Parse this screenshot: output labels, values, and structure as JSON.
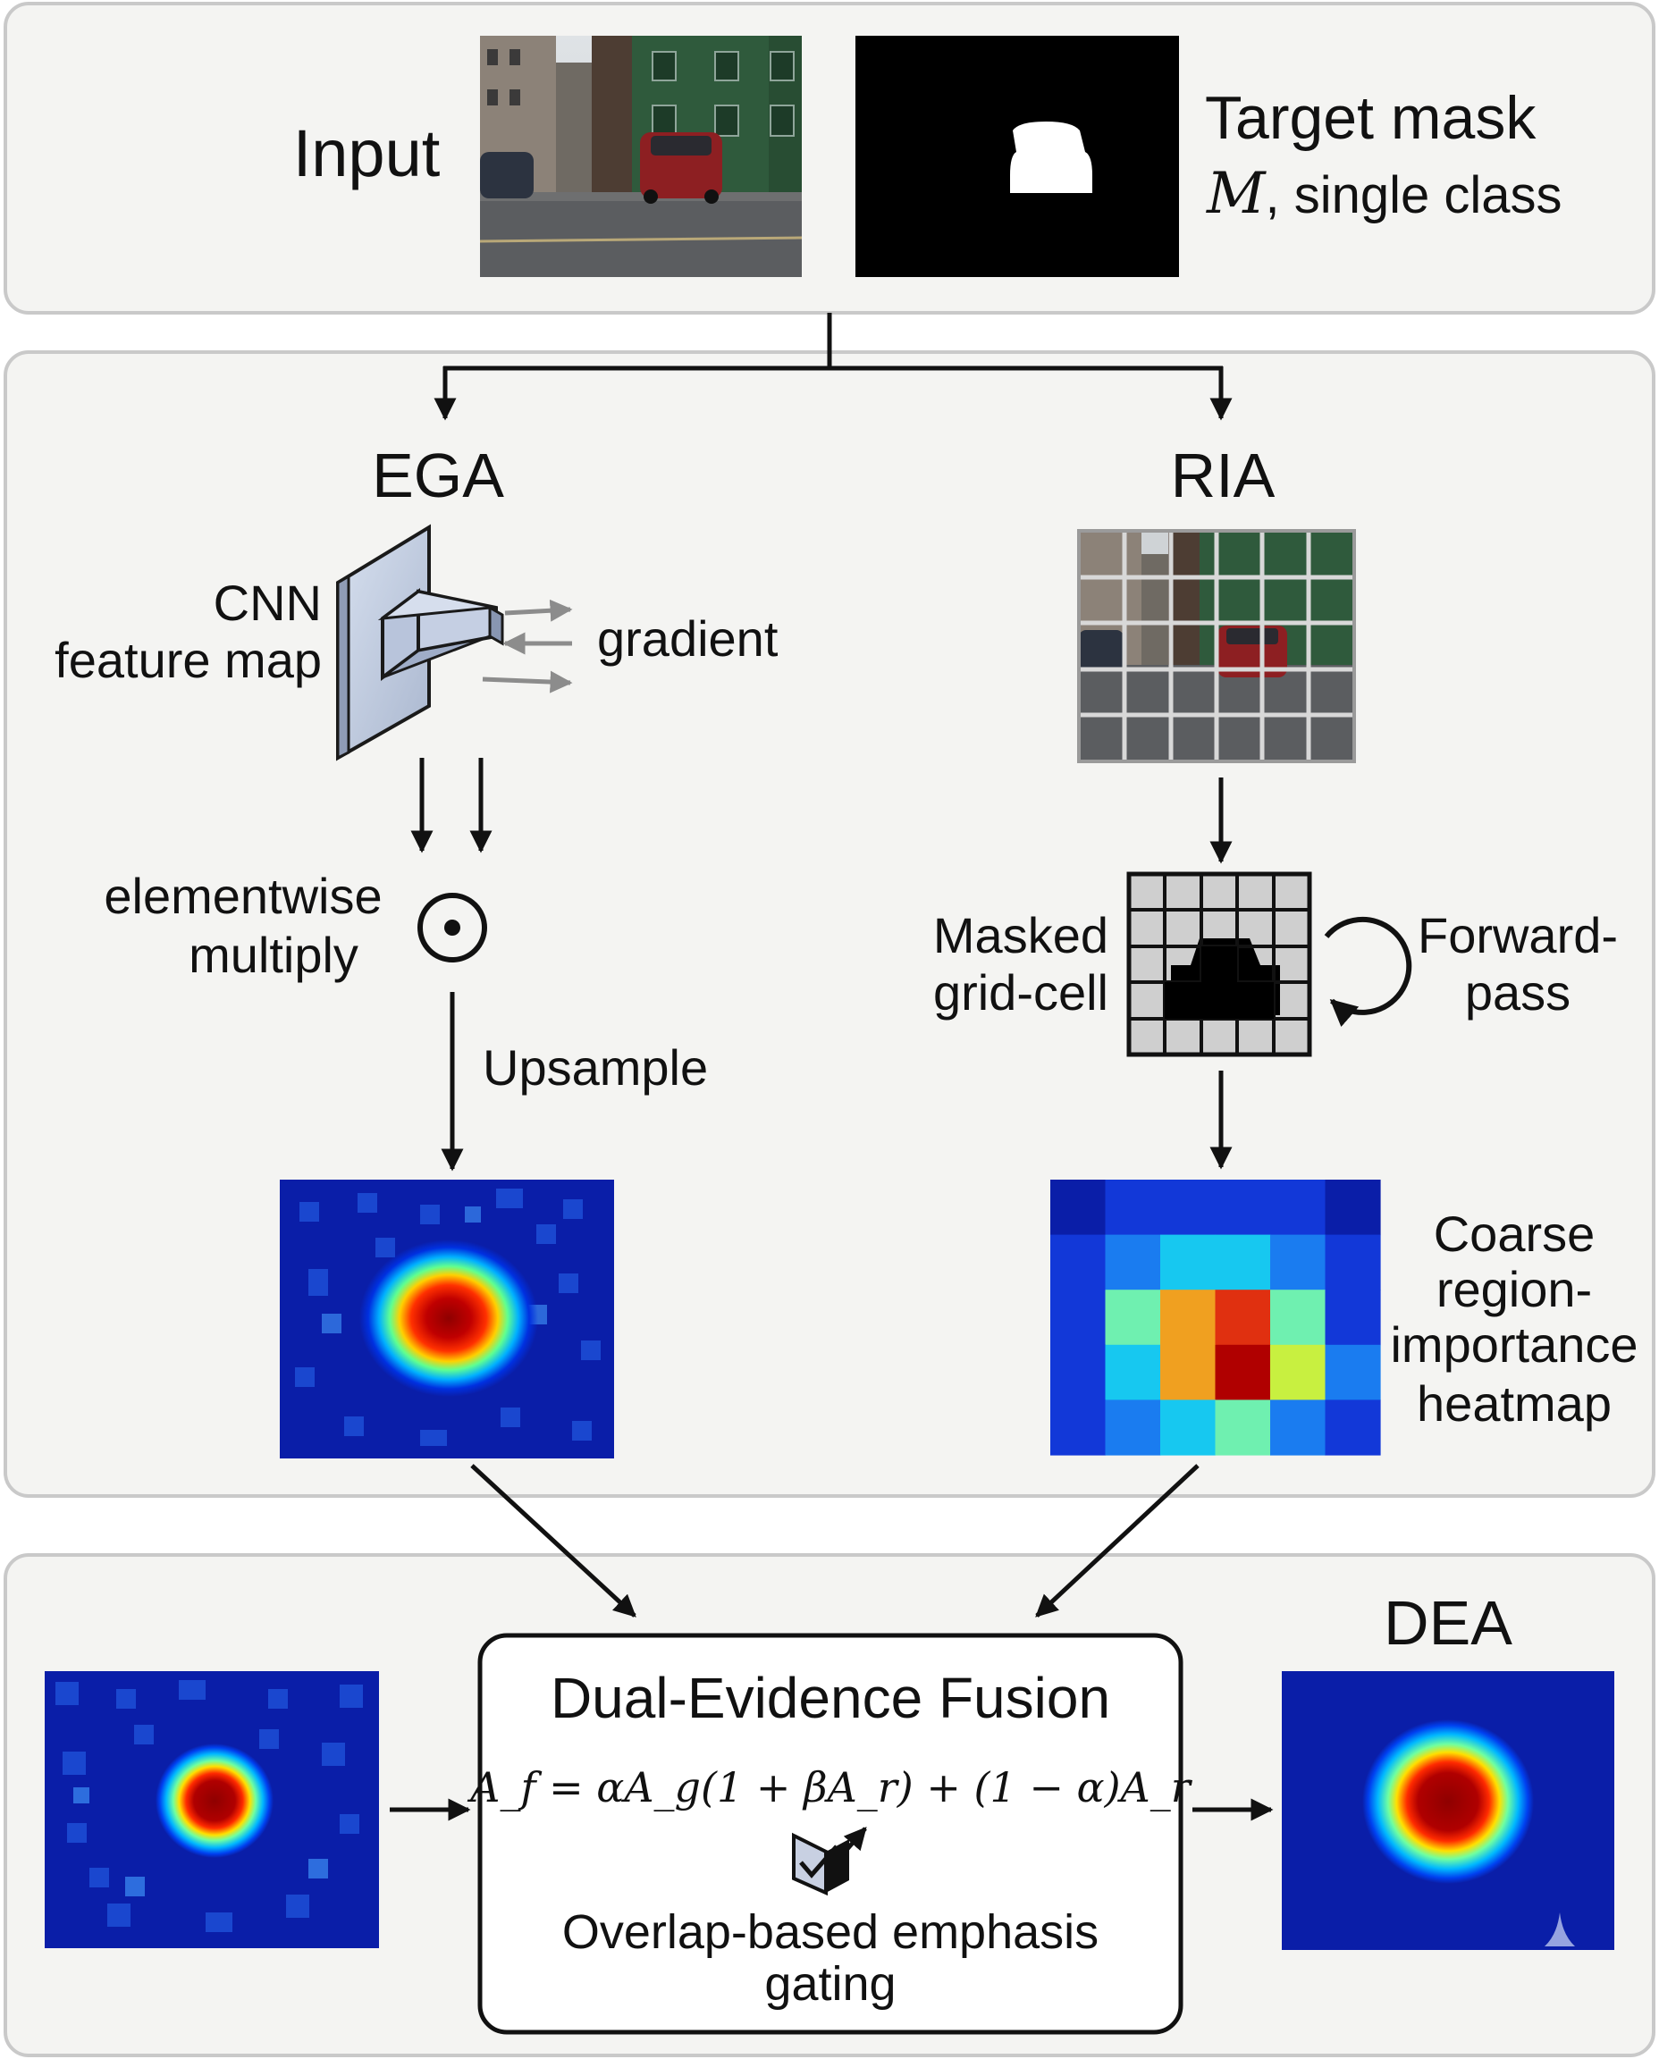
{
  "input": {
    "label": "Input",
    "mask_title": "Target mask",
    "mask_symbol": "M",
    "mask_subtitle": ", single class"
  },
  "ega": {
    "title": "EGA",
    "feature_label_1": "CNN",
    "feature_label_2": "feature map",
    "gradient_label": "gradient",
    "multiply_label_1": "elementwise",
    "multiply_label_2": "multiply",
    "upsample_label": "Upsample"
  },
  "ria": {
    "title": "RIA",
    "masked_label_1": "Masked",
    "masked_label_2": "grid-cell",
    "forward_label_1": "Forward-",
    "forward_label_2": "pass",
    "heatmap_label_1": "Coarse",
    "heatmap_label_2": "region-",
    "heatmap_label_3": "importance",
    "heatmap_label_4": "heatmap"
  },
  "fusion": {
    "title": "Dual-Evidence Fusion",
    "formula": "A_f = αA_g(1 + βA_r) + (1 − α)A_r",
    "gating_label_1": "Overlap-based emphasis",
    "gating_label_2": "gating",
    "output_title": "DEA"
  },
  "colors": {
    "panel_fill": "#f4f4f2",
    "panel_stroke": "#c9c9c9",
    "arrow": "#111111",
    "gradient_arrow": "#8c8c8c",
    "jet_low": "#00008f",
    "jet_high": "#8f0000"
  },
  "icons": [
    "dot-product-icon",
    "cycle-arrow-icon",
    "gating-icon",
    "feature-map-icon"
  ]
}
